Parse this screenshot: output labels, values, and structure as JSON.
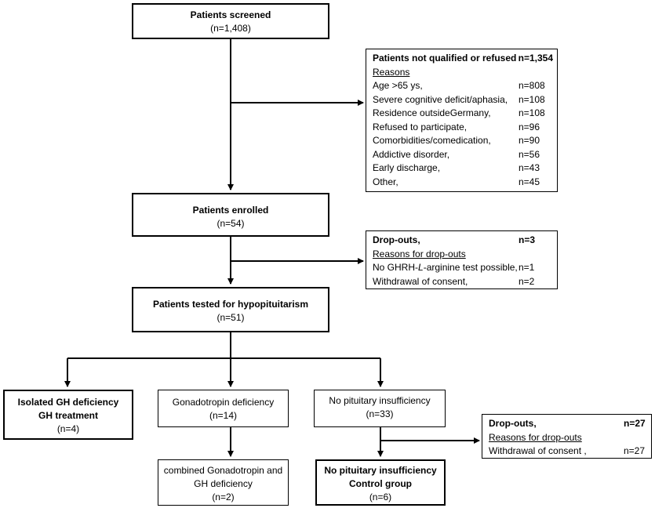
{
  "boxes": {
    "screened": {
      "title": "Patients screened",
      "count": "(n=1,408)"
    },
    "enrolled": {
      "title": "Patients enrolled",
      "count": "(n=54)"
    },
    "tested": {
      "title": "Patients tested for hypopituitarism",
      "count": "(n=51)"
    },
    "isolated_gh": {
      "line1": "Isolated GH deficiency",
      "line2": "GH treatment",
      "count": "(n=4)"
    },
    "gonadotropin": {
      "title": "Gonadotropin deficiency",
      "count": "(n=14)"
    },
    "combined": {
      "line1": "combined Gonadotropin and",
      "line2": "GH deficiency",
      "count": "(n=2)"
    },
    "no_pituitary": {
      "title": "No pituitary insufficiency",
      "count": "(n=33)"
    },
    "control": {
      "line1": "No pituitary insufficiency",
      "line2": "Control group",
      "count": "(n=6)"
    }
  },
  "not_qualified": {
    "title": "Patients not qualified or refused",
    "title_count": "n=1,354",
    "reasons_label": "Reasons",
    "reasons": [
      {
        "label": "Age >65  ys,",
        "count": "n=808"
      },
      {
        "label": "Severe cognitive deficit/aphasia,",
        "count": "n=108"
      },
      {
        "label": "Residence outsideGermany,",
        "count": "n=108"
      },
      {
        "label": "Refused to participate,",
        "count": "n=96"
      },
      {
        "label": "Comorbidities/comedication,",
        "count": "n=90"
      },
      {
        "label": "Addictive disorder,",
        "count": "n=56"
      },
      {
        "label": "Early discharge,",
        "count": "n=43"
      },
      {
        "label": "Other,",
        "count": "n=45"
      }
    ]
  },
  "dropouts_1": {
    "title": "Drop-outs,",
    "title_count": "n=3",
    "reasons_label": "Reasons for drop-outs",
    "reason1_pre": "No GHRH-",
    "reason1_italic": "L",
    "reason1_post": "-arginine test possible,",
    "reason1_count": "n=1",
    "reason2": "Withdrawal of consent,",
    "reason2_count": "n=2"
  },
  "dropouts_2": {
    "title": "Drop-outs,",
    "title_count": "n=27",
    "reasons_label": "Reasons for drop-outs",
    "reason": "Withdrawal of consent ,",
    "reason_count": "n=27"
  }
}
